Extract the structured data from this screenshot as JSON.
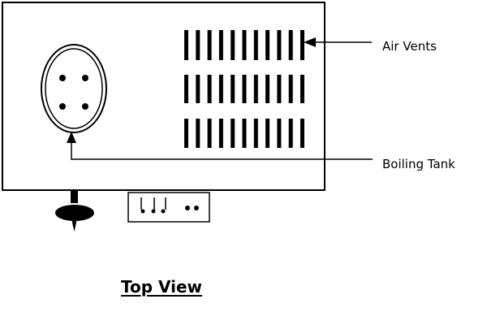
{
  "diagram": {
    "callouts": {
      "air_vents": "Air Vents",
      "boiling_tank": "Boiling Tank"
    },
    "title": "Top View"
  },
  "colors": {
    "stroke": "#000000",
    "background": "#ffffff"
  }
}
